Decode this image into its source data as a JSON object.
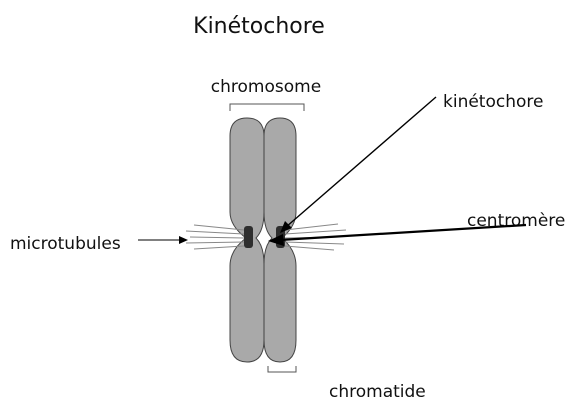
{
  "title": "Kinétochore",
  "labels": {
    "chromosome": "chromosome",
    "kinetochore": "kinétochore",
    "centromere": "centromère",
    "microtubules": "microtubules",
    "chromatide": "chromatide"
  },
  "colors": {
    "chromatid_fill": "#a9a9a9",
    "kinetochore_fill": "#2e2e2e",
    "outline": "#444444",
    "arrow": "#000000"
  }
}
